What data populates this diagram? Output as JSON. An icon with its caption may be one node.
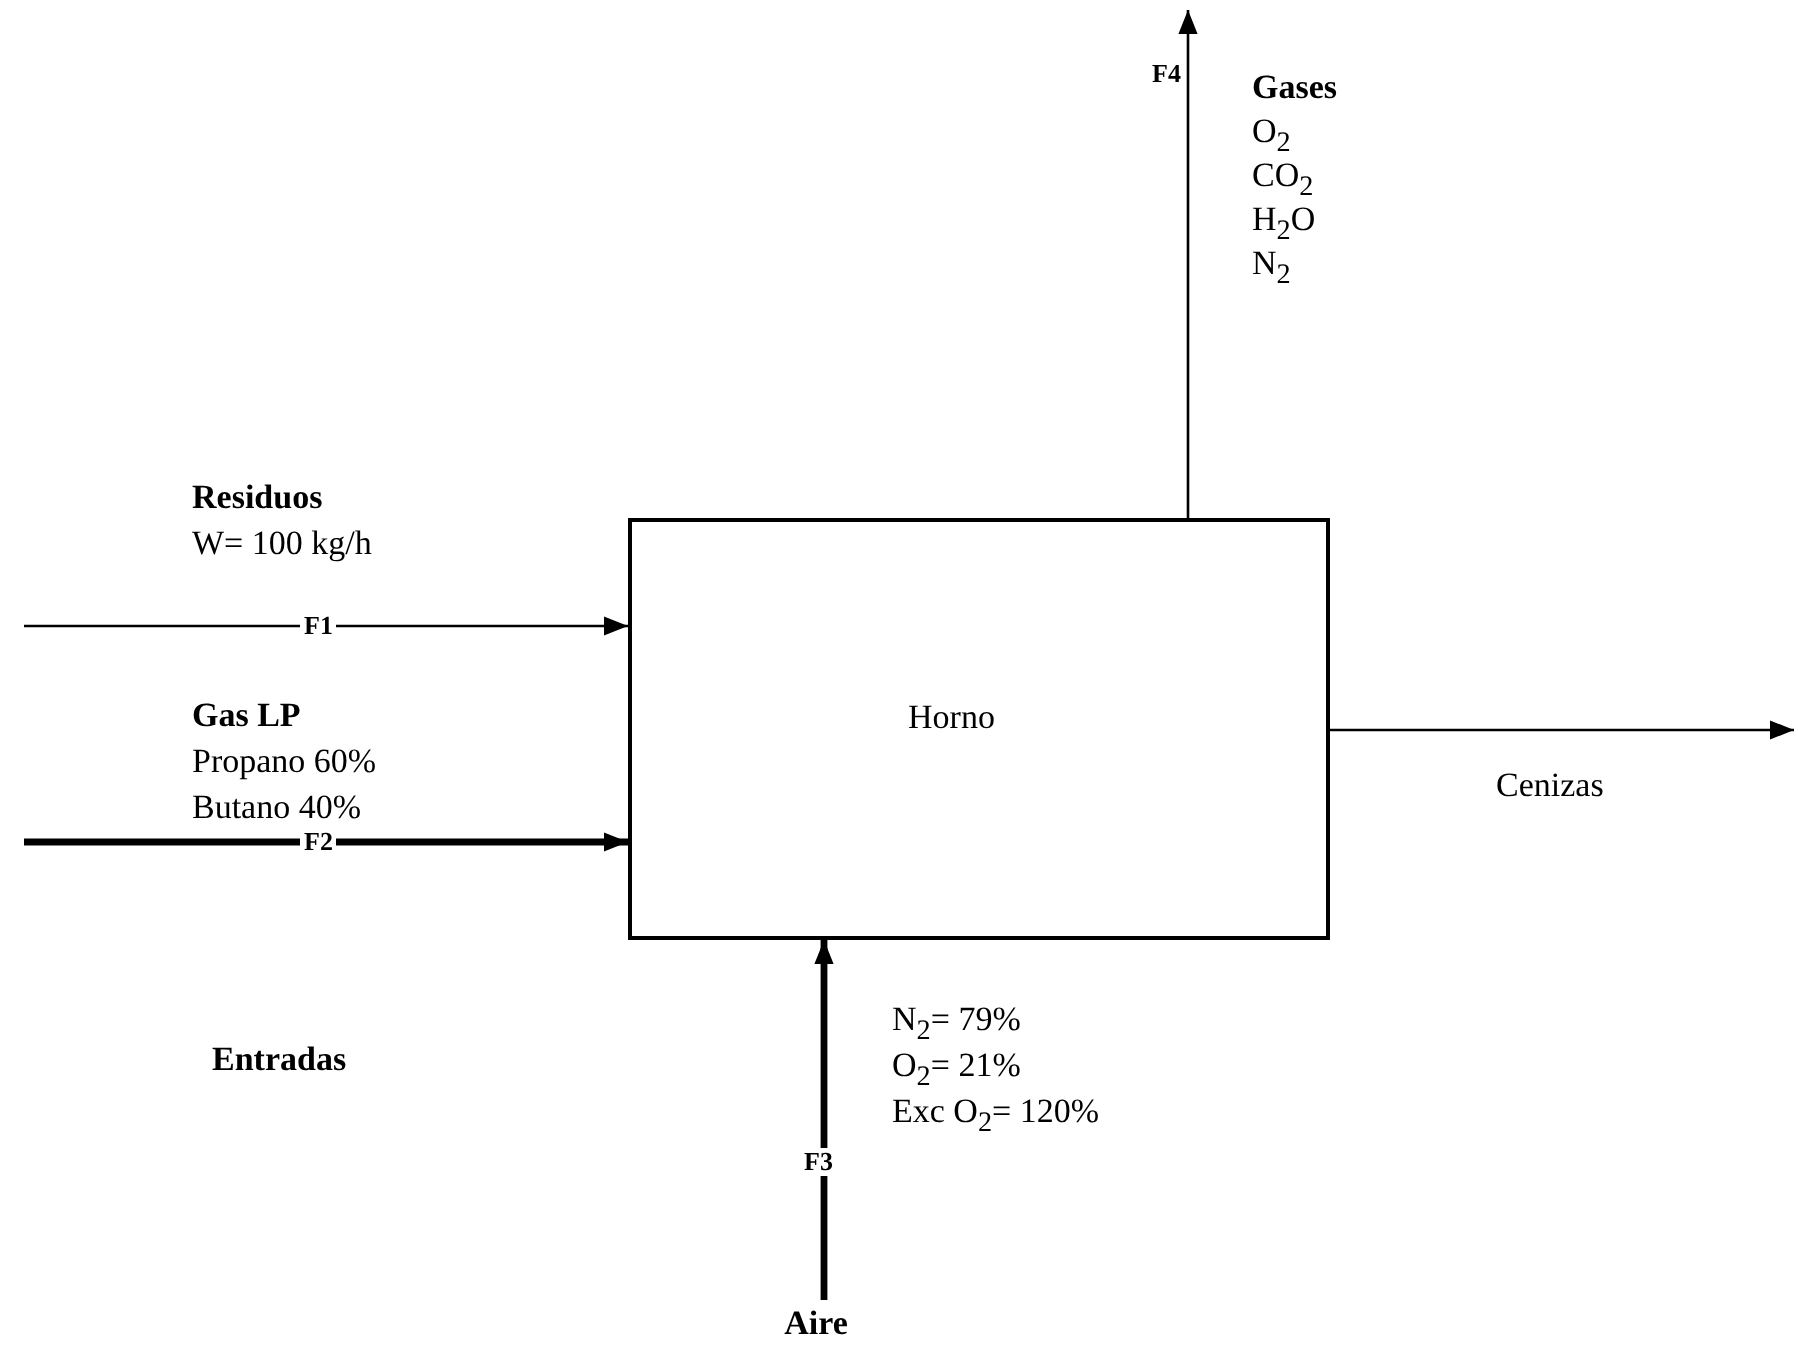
{
  "diagram": {
    "nodes": [
      {
        "text": [
          "Horno"
        ]
      },
      {
        "text": [
          "Aire"
        ]
      }
    ],
    "edges": [
      {
        "from": null,
        "to": 0,
        "arrow": "to",
        "label": "F1"
      },
      {
        "from": null,
        "to": 0,
        "arrow": "to",
        "label": "F2",
        "style": "thick"
      },
      {
        "from": 1,
        "to": 0,
        "arrow": "to",
        "label": "F3",
        "style": "thick"
      },
      {
        "from": 0,
        "to": null,
        "arrow": "to",
        "label": "F4"
      },
      {
        "from": 0,
        "to": null,
        "arrow": "to"
      }
    ],
    "labels": [
      "Gases",
      "O$_{2}$",
      "CO$_{2}$",
      "H$_{2}$O",
      "N$_{2}$",
      "Residuos",
      "W= 100 kg/h",
      "Gas LP",
      "Propano 60%",
      "Butano 40%",
      "Cenizas",
      "N$_{2}$= 79%",
      "O$_{2}$= 21%",
      "Exc O$_{2}$= 120%",
      "Entradas"
    ]
  }
}
